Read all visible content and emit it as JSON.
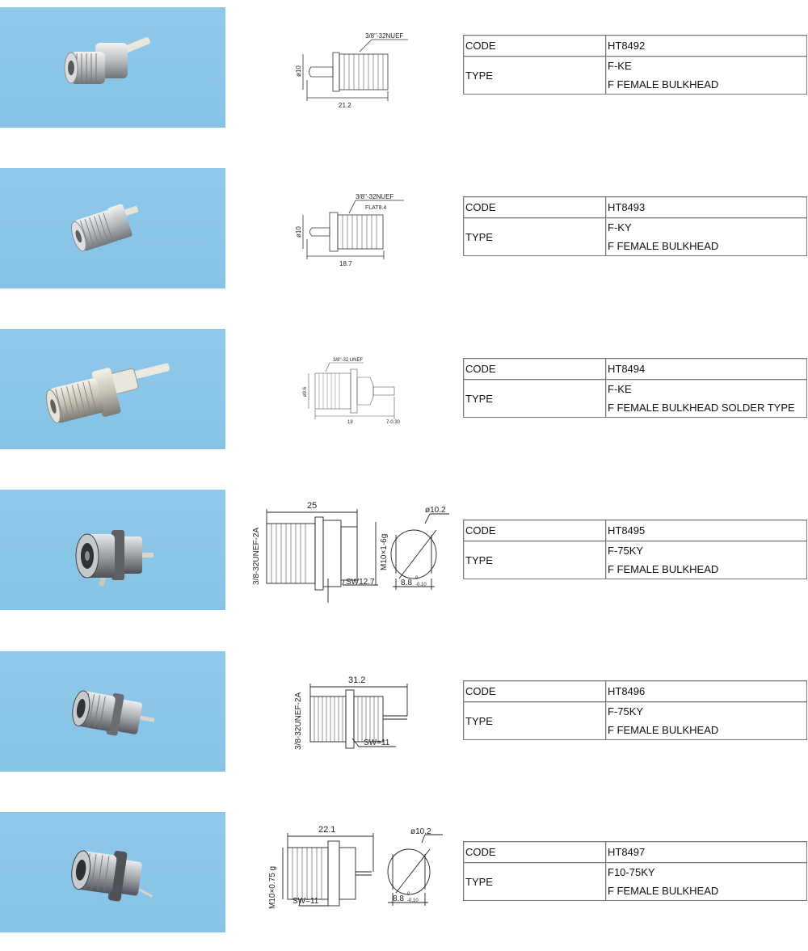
{
  "products": [
    {
      "code_label": "CODE",
      "code": "HT8492",
      "type_label": "TYPE",
      "type_line1": "F-KE",
      "type_line2": "F FEMALE BULKHEAD",
      "drawing_labels": {
        "thread": "3/8\"-32NUEF",
        "dia": "ø10",
        "length": "21.2"
      }
    },
    {
      "code_label": "CODE",
      "code": "HT8493",
      "type_label": "TYPE",
      "type_line1": "F-KY",
      "type_line2": "F FEMALE BULKHEAD",
      "drawing_labels": {
        "thread": "3/8\"-32NUEF",
        "flat": "FLAT8.4",
        "dia": "ø10",
        "length": "18.7"
      }
    },
    {
      "code_label": "CODE",
      "code": "HT8494",
      "type_label": "TYPE",
      "type_line1": "F-KE",
      "type_line2": "F FEMALE BULKHEAD SOLDER TYPE",
      "drawing_labels": {
        "thread": "3/8\"-32 UNEF",
        "dia": "ø9.6",
        "length": "19",
        "tail": "7-0.30"
      }
    },
    {
      "code_label": "CODE",
      "code": "HT8495",
      "type_label": "TYPE",
      "type_line1": "F-75KY",
      "type_line2": "F FEMALE BULKHEAD",
      "drawing_labels": {
        "thread": "3/8-32UNEF-2A",
        "length": "25",
        "metric": "M10×1-6g",
        "wrench": "SW12.7",
        "dia": "ø10.2",
        "flat": "8.8",
        "flat_tol_upper": "0",
        "flat_tol_lower": "-0.10"
      }
    },
    {
      "code_label": "CODE",
      "code": "HT8496",
      "type_label": "TYPE",
      "type_line1": "F-75KY",
      "type_line2": "F FEMALE BULKHEAD",
      "drawing_labels": {
        "thread": "3/8-32UNEF-2A",
        "length": "31.2",
        "wrench": "SW=11"
      }
    },
    {
      "code_label": "CODE",
      "code": "HT8497",
      "type_label": "TYPE",
      "type_line1": "F10-75KY",
      "type_line2": "F FEMALE BULKHEAD",
      "drawing_labels": {
        "metric": "M10×0.75 g",
        "length": "22.1",
        "wrench": "SW=11",
        "dia": "ø10.2",
        "flat": "8.8",
        "flat_tol_upper": "0",
        "flat_tol_lower": "-0.10"
      }
    }
  ]
}
